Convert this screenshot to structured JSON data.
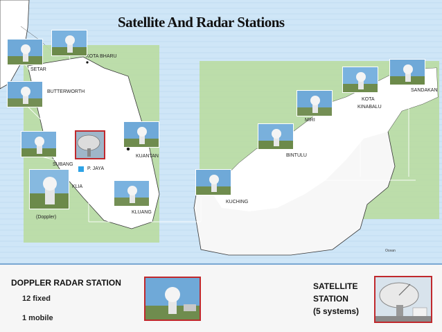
{
  "title": "Satellite And Radar Stations",
  "stations": {
    "kota_bharu": "KOTA BHARU",
    "setar": "SETAR",
    "butterworth": "BUTTERWORTH",
    "subang": "SUBANG",
    "putrajaya": "P. JAYA",
    "kuala": "KLIA",
    "kuantan": "KUANTAN",
    "kluang": "KLUANG",
    "doppler_note": "(Doppler)",
    "kuching": "KUCHING",
    "bintulu": "BINTULU",
    "miri": "MIRI",
    "kota_kinabalu_1": "KOTA",
    "kota_kinabalu_2": "KINABALU",
    "sandakan": "SANDAKAN"
  },
  "legend": {
    "doppler_title": "DOPPLER RADAR STATION",
    "fixed": "12 fixed",
    "mobile": "1 mobile",
    "satellite_line1": "SATELLITE",
    "satellite_line2": "STATION",
    "satellite_line3": "(5 systems)"
  },
  "colors": {
    "sea": "#d9ecf8",
    "land": "#bfe0a6",
    "peninsula_bg": "#b8dca0",
    "accent_red": "#c0282c",
    "site_blue": "#2ea3e6"
  },
  "icons": {
    "radar": "radar-dome-icon",
    "satellite": "satellite-dish-icon"
  }
}
